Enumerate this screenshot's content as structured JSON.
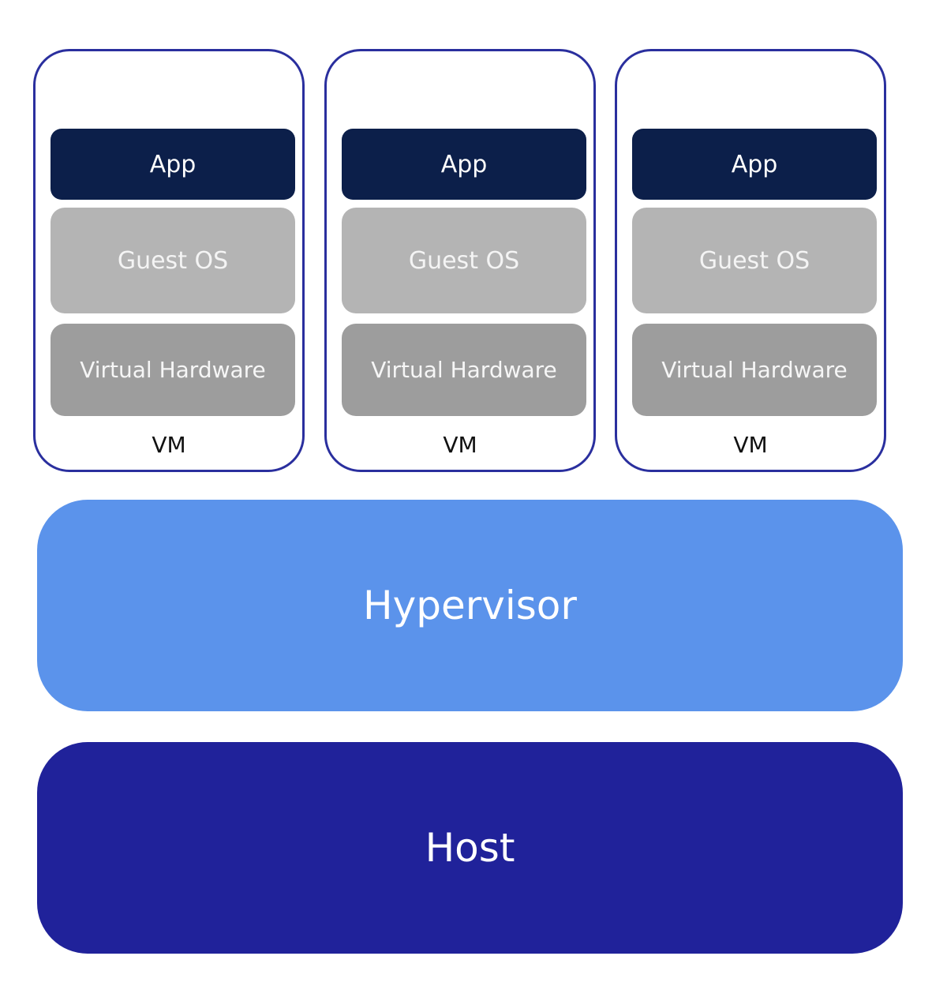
{
  "colors": {
    "vm_border": "#2a2f9e",
    "app_layer": "#0c1f4a",
    "guest_os_layer": "#b4b4b4",
    "virtual_hardware_layer": "#9d9d9d",
    "hypervisor": "#5b93eb",
    "host": "#20229a"
  },
  "vms": [
    {
      "app_label": "App",
      "guest_os_label": "Guest OS",
      "virtual_hardware_label": "Virtual Hardware",
      "vm_label": "VM"
    },
    {
      "app_label": "App",
      "guest_os_label": "Guest OS",
      "virtual_hardware_label": "Virtual Hardware",
      "vm_label": "VM"
    },
    {
      "app_label": "App",
      "guest_os_label": "Guest OS",
      "virtual_hardware_label": "Virtual Hardware",
      "vm_label": "VM"
    }
  ],
  "hypervisor": {
    "label": "Hypervisor"
  },
  "host": {
    "label": "Host"
  }
}
